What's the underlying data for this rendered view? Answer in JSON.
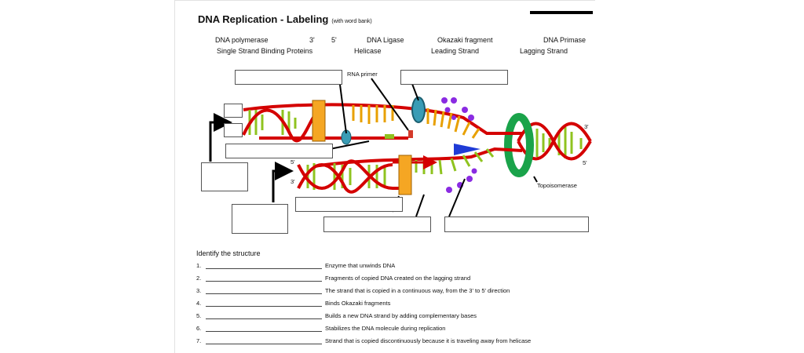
{
  "title": "DNA Replication - Labeling",
  "subtitle": "(with word bank)",
  "word_bank": {
    "row1": [
      "DNA polymerase",
      "3'",
      "5'",
      "DNA Ligase",
      "Okazaki fragment",
      "DNA Primase"
    ],
    "row2": [
      "Single Strand Binding Proteins",
      "Helicase",
      "Leading Strand",
      "Lagging Strand"
    ]
  },
  "diagram_labels": {
    "rna_primer": "RNA primer",
    "three_prime_right": "3'",
    "five_prime_right": "5'",
    "five_prime_left": "5'",
    "three_prime_left": "3'",
    "topoisomerase": "Topoisomerase"
  },
  "colors": {
    "backbone": "#d40000",
    "rungs": "#8fc31f",
    "rungs_alt": "#e8a000",
    "polymerase": "#f5a623",
    "helicase": "#3a9cb5",
    "topo": "#1aa34a",
    "ssb": "#8a2be2",
    "primase": "#1f3bd6"
  },
  "section": "Identify the structure",
  "questions": [
    {
      "num": "1.",
      "text": "Enzyme that unwinds DNA"
    },
    {
      "num": "2.",
      "text": "Fragments of copied DNA created on the lagging strand"
    },
    {
      "num": "3.",
      "text": "The strand that is copied in a continuous way, from the 3' to 5' direction"
    },
    {
      "num": "4.",
      "text": "Binds Okazaki fragments"
    },
    {
      "num": "5.",
      "text": "Builds a new DNA strand by adding complementary bases"
    },
    {
      "num": "6.",
      "text": "Stabilizes the DNA molecule during replication"
    },
    {
      "num": "7.",
      "text": "Strand that is copied discontinuously because it is traveling away from helicase"
    }
  ]
}
